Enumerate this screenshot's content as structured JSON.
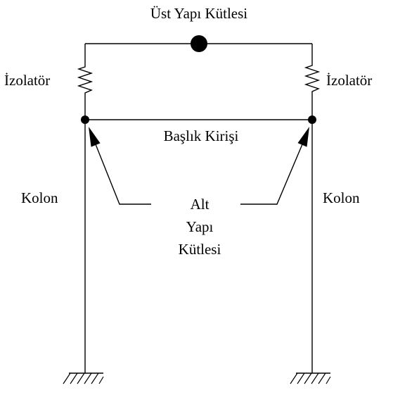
{
  "labels": {
    "top_mass": "Üst Yapı Kütlesi",
    "isolator_left": "İzolatör",
    "isolator_right": "İzolatör",
    "cap_beam": "Başlık Kirişi",
    "column_left": "Kolon",
    "column_right": "Kolon",
    "sub_mass_line1": "Alt",
    "sub_mass_line2": "Yapı",
    "sub_mass_line3": "Kütlesi"
  },
  "colors": {
    "ink": "#000000",
    "background": "#ffffff"
  }
}
